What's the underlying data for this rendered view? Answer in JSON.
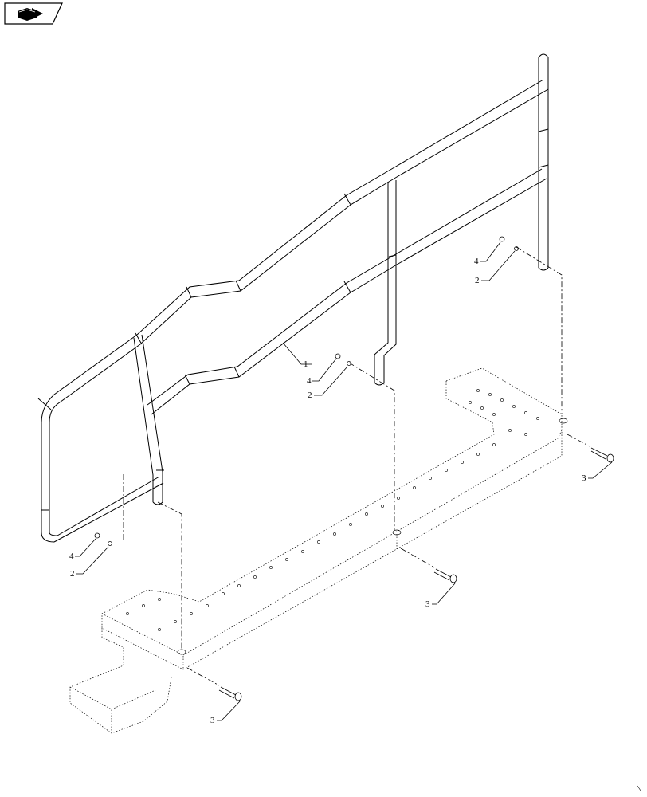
{
  "header": {
    "icon": "book-arrow-icon"
  },
  "callouts": {
    "handrail": "1",
    "washer_a": "2",
    "washer_b": "2",
    "washer_c": "2",
    "bolt_a": "3",
    "bolt_b": "3",
    "bolt_c": "3",
    "nut_a": "4",
    "nut_b": "4",
    "nut_c": "4"
  },
  "colors": {
    "line": "#000000",
    "background": "#ffffff"
  }
}
